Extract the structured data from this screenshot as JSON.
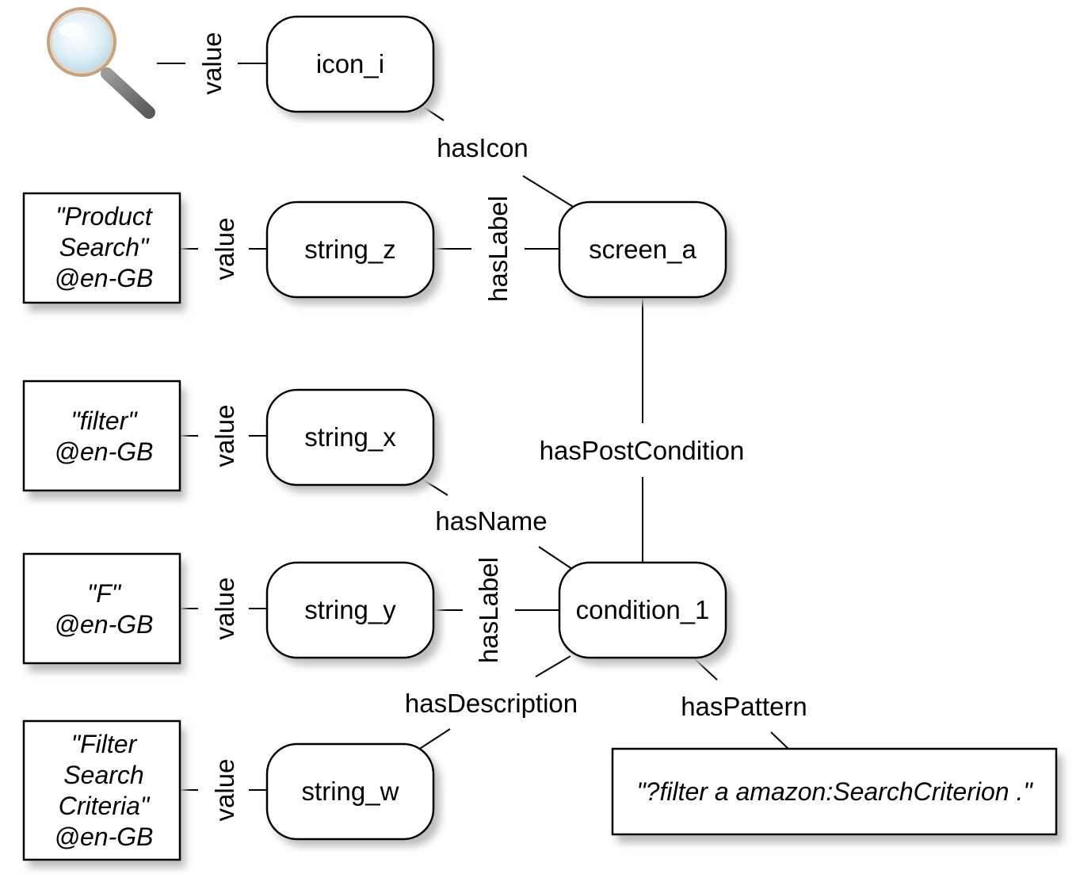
{
  "nodes": {
    "icon_i": "icon_i",
    "string_z": "string_z",
    "screen_a": "screen_a",
    "string_x": "string_x",
    "string_y": "string_y",
    "condition_1": "condition_1",
    "string_w": "string_w"
  },
  "edges": {
    "value_icon": "value",
    "value_z": "value",
    "value_x": "value",
    "value_y": "value",
    "value_w": "value",
    "hasIcon": "hasIcon",
    "hasLabel_screen": "hasLabel",
    "hasPostCondition": "hasPostCondition",
    "hasName": "hasName",
    "hasLabel_condition": "hasLabel",
    "hasDescription": "hasDescription",
    "hasPattern": "hasPattern"
  },
  "literals": {
    "product_search": [
      "\"Product",
      "Search\"",
      "@en-GB"
    ],
    "filter": [
      "\"filter\"",
      "@en-GB"
    ],
    "f": [
      "\"F\"",
      "@en-GB"
    ],
    "filter_search_criteria": [
      "\"Filter",
      "Search",
      "Criteria\"",
      "@en-GB"
    ],
    "pattern": "\"?filter a amazon:SearchCriterion .\""
  },
  "icon": "magnifier-icon"
}
